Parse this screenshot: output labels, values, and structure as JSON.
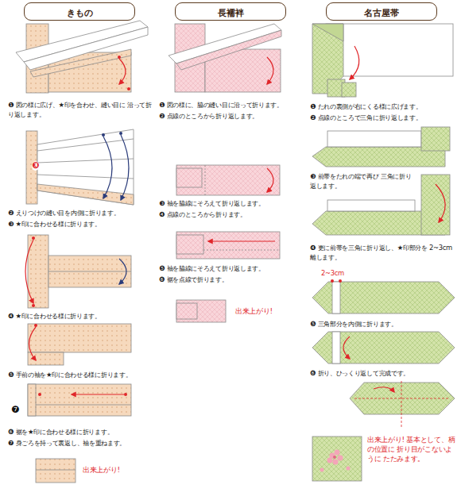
{
  "diagram": {
    "nodes": [
      {
        "text": [
          "きもの"
        ]
      },
      {
        "text": [
          "長襦袢"
        ]
      },
      {
        "text": [
          "名古屋帯"
        ]
      }
    ],
    "labels": [
      "❶ 図の様に広げ、★印を合わせ、縫い目に 沿って折り返します。",
      "❸",
      "❷ えりつけの縫い目を内側に折ります。",
      "❸ ★印に合わせる様に折ります。",
      "❹ ★印に合わせる様に折ります。",
      "❺ 手前の袖を★印に合わせる様に折ります。",
      "❼",
      "❻ 裾を★印に合わせる様に折ります。",
      "❼ 身ごろを持って裏返し、袖を重ねます。",
      "出来上がり!",
      "❶ 図の様に、脇の縫い目に沿って折ります。",
      "❷ 点線のところから折り返します。",
      "❸ 袖を脇線にそろえて折り返します。",
      "❹ 点線のところから折ります。",
      "❺ 袖を脇線にそろえて折り返します。",
      "❻ 裾を点線で折ります。",
      "出来上がり!",
      "❶ たれの裏側が右にくる様に広げます。",
      "❷ 点線のところで三角に折り返します。",
      "❸ 前帯をたれの端で再び 三角に折り返します。",
      "❹ 更に前帯を三角に折り返し、★印部分を 2~3cm離します。",
      "2~3cm",
      "❺ 三角部分を内側に折ります。",
      "❻ 折り、ひっくり返して完成です。",
      "出来上がり! 基本として、柄の位置に 折り目がこないように たたみます。"
    ]
  }
}
